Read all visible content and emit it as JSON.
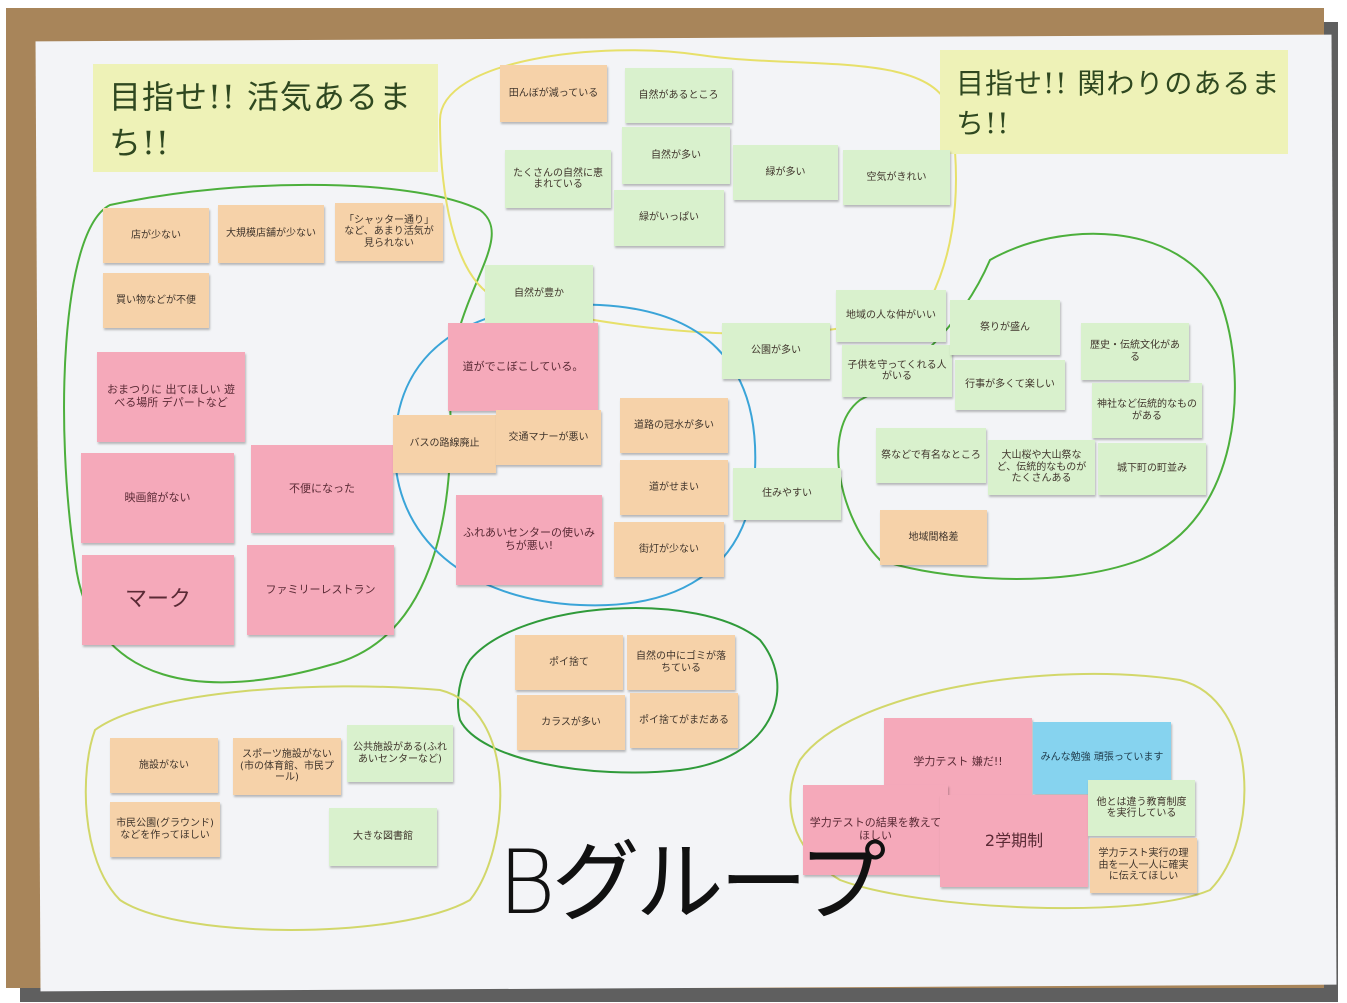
{
  "titles": {
    "left": "目指せ!! 活気あるまち!!",
    "right": "目指せ!! 関わりのあるまち!!"
  },
  "group_label": "Bグループ",
  "notes": {
    "n1": "店が少ない",
    "n2": "大規模店舗が少ない",
    "n3": "「シャッター通り」など、あまり活気が見られない",
    "n4": "買い物などが不便",
    "n5": "おまつりに 出てほしい 遊べる場所 デパートなど",
    "n6": "映画館がない",
    "n7": "不便になった",
    "n8": "マーク",
    "n9": "ファミリーレストラン",
    "n10": "田んぼが減っている",
    "n11": "自然があるところ",
    "n12": "たくさんの自然に恵まれている",
    "n13": "自然が多い",
    "n14": "緑が多い",
    "n15": "空気がきれい",
    "n16": "緑がいっぱい",
    "n17": "自然が豊か",
    "n18": "道がでこぼこしている。",
    "n19": "バスの路線廃止",
    "n20": "交通マナーが悪い",
    "n21": "道路の冠水が多い",
    "n22": "道がせまい",
    "n23": "街灯が少ない",
    "n24": "ふれあいセンターの使いみちが悪い!",
    "n25": "住みやすい",
    "n26": "公園が多い",
    "n27": "地域の人な仲がいい",
    "n28": "子供を守ってくれる人がいる",
    "n29": "祭りが盛ん",
    "n30": "行事が多くて楽しい",
    "n31": "歴史・伝統文化がある",
    "n32": "神社など伝統的なものがある",
    "n33": "祭などで有名なところ",
    "n34": "大山桜や大山祭など、伝統的なものがたくさんある",
    "n35": "城下町の町並み",
    "n36": "地域間格差",
    "n37": "ポイ捨て",
    "n38": "自然の中にゴミが落ちている",
    "n39": "カラスが多い",
    "n40": "ポイ捨てがまだある",
    "n41": "施設がない",
    "n42": "スポーツ施設がない(市の体育館、市民プール)",
    "n43": "公共施設がある(ふれあいセンターなど)",
    "n44": "市民公園(グラウンド)などを作ってほしい",
    "n45": "大きな図書館",
    "n46": "学力テスト 嫌だ!!",
    "n47": "みんな勉強 頑張っています",
    "n48": "学力テストの結果を教えてほしい",
    "n49": "2学期制",
    "n50": "他とは違う教育制度を実行している",
    "n51": "学力テスト実行の理由を一人一人に確実に伝えてほしい"
  },
  "colors": {
    "orange_note": "#f6d2a9",
    "green_note": "#d9f1cd",
    "pink_note": "#f5a9ba",
    "blue_note": "#86d3ef",
    "yellow_title": "#eef2b7",
    "board": "#a8855a",
    "sheet": "#f3f4f7"
  }
}
